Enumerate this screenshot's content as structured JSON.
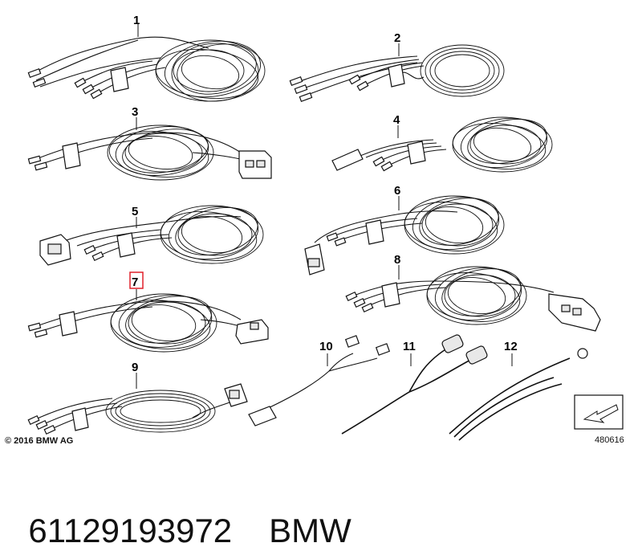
{
  "callouts": {
    "c1": "1",
    "c2": "2",
    "c3": "3",
    "c4": "4",
    "c5": "5",
    "c6": "6",
    "c7": "7",
    "c8": "8",
    "c9": "9",
    "c10": "10",
    "c11": "11",
    "c12": "12"
  },
  "highlighted_callout": "7",
  "highlight_color": "#e0202a",
  "copyright": "© 2016 BMW AG",
  "reference_number": "480616",
  "caption": {
    "part_number": "61129193972",
    "brand": "BMW"
  },
  "icons": {
    "navigation_arrow": "arrow-frame-icon"
  }
}
